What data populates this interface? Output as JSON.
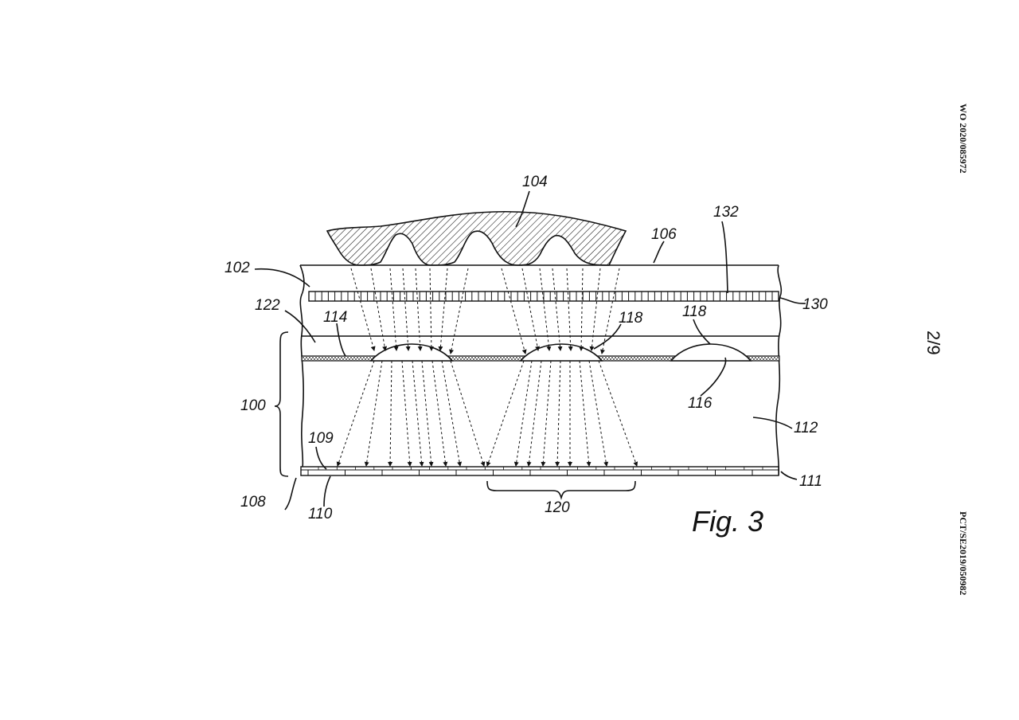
{
  "header": {
    "pub_number": "WO 2020/085972",
    "app_number": "PCT/SE2019/050982",
    "sheet": "2/9"
  },
  "figure": {
    "caption": "Fig. 3",
    "labels": {
      "l100": "100",
      "l102": "102",
      "l104": "104",
      "l106": "106",
      "l108": "108",
      "l109": "109",
      "l110": "110",
      "l111": "111",
      "l112": "112",
      "l114": "114",
      "l116": "116",
      "l118a": "118",
      "l118b": "118",
      "l120": "120",
      "l122": "122",
      "l130": "130",
      "l132": "132"
    }
  }
}
